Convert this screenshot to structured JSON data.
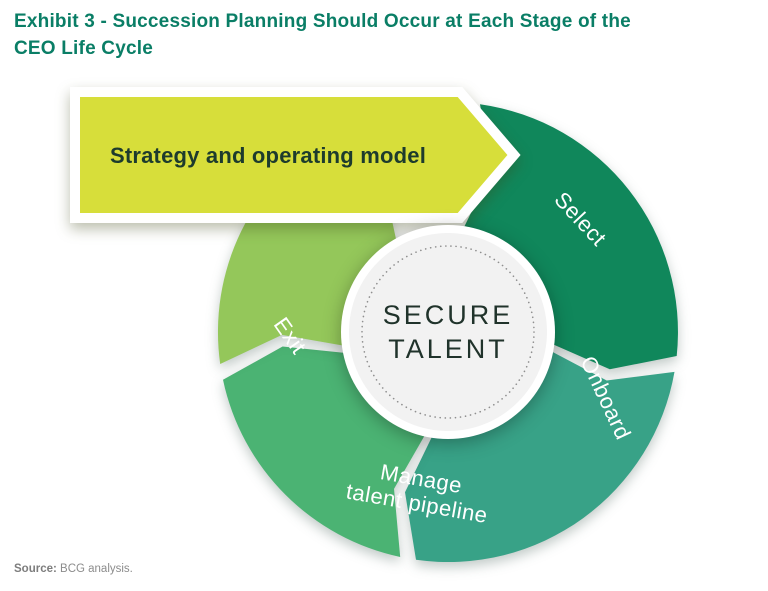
{
  "header": {
    "title": "Exhibit 3 - Succession Planning Should Occur at Each Stage of the CEO Life Cycle",
    "accent_color": "#0a7e66"
  },
  "diagram": {
    "banner": {
      "label": "Strategy and operating model",
      "fill": "#d7de3a",
      "text_color": "#1d3b2d"
    },
    "center": {
      "line1": "SECURE",
      "line2": "TALENT"
    },
    "segments": [
      {
        "id": "select",
        "label": "Select",
        "fill": "#10875b"
      },
      {
        "id": "onboard",
        "label": "Onboard",
        "fill": "#38a287"
      },
      {
        "id": "manage",
        "label": "Manage",
        "label_line2": "talent pipeline",
        "fill": "#4bb373"
      },
      {
        "id": "exit",
        "label": "Exit",
        "fill": "#94c75a"
      }
    ]
  },
  "footer": {
    "source_label": "Source:",
    "source_text": " BCG analysis."
  }
}
